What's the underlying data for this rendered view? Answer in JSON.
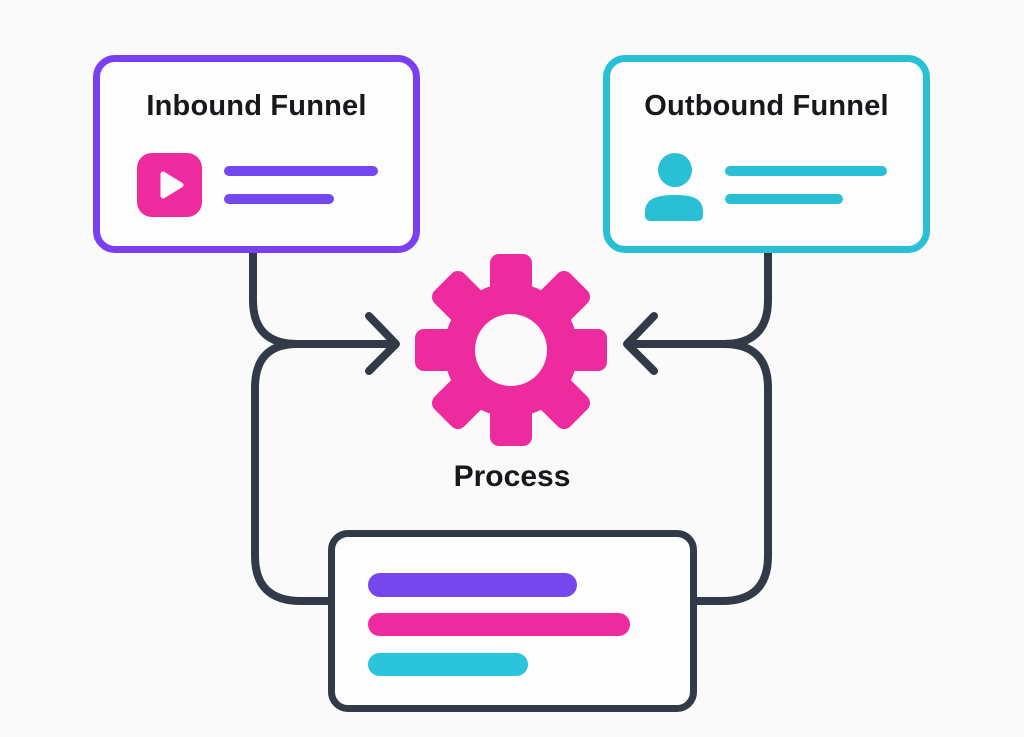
{
  "diagram": {
    "background_color": "#fbfafa",
    "colors": {
      "purple": "#7B3FF2",
      "pink": "#EE2B9E",
      "cyan": "#29BFD4",
      "dark_slate": "#323A48"
    },
    "inbound_card": {
      "title": "Inbound Funnel",
      "icon": "play-icon",
      "border_color": "#7B3FF2",
      "skeleton_lines": [
        {
          "color": "#7448F0"
        },
        {
          "color": "#7448F0"
        }
      ]
    },
    "outbound_card": {
      "title": "Outbound Funnel",
      "icon": "person-icon",
      "border_color": "#29BFD4",
      "skeleton_lines": [
        {
          "color": "#29BFD4"
        },
        {
          "color": "#29BFD4"
        }
      ]
    },
    "process": {
      "label": "Process",
      "icon": "gear-icon",
      "gear_color": "#EE2B9E"
    },
    "output_card": {
      "border_color": "#323A48",
      "skeleton_lines": [
        {
          "color": "#7747EE"
        },
        {
          "color": "#EE2B9E"
        },
        {
          "color": "#2AC4DC"
        }
      ]
    }
  }
}
